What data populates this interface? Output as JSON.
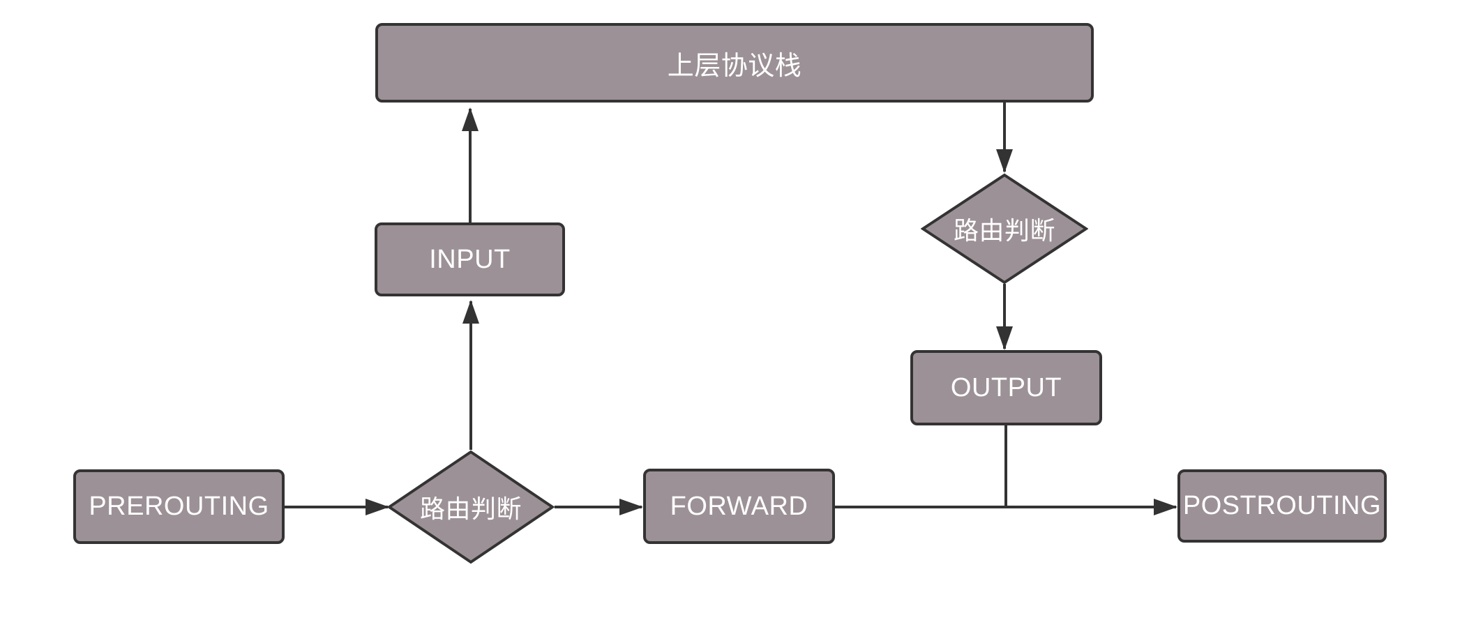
{
  "diagram": {
    "type": "flowchart",
    "nodes": {
      "protocol_stack": {
        "label": "上层协议栈",
        "shape": "rect"
      },
      "input": {
        "label": "INPUT",
        "shape": "rect"
      },
      "routing_decision_top": {
        "label": "路由判断",
        "shape": "diamond"
      },
      "output": {
        "label": "OUTPUT",
        "shape": "rect"
      },
      "prerouting": {
        "label": "PREROUTING",
        "shape": "rect"
      },
      "routing_decision_bottom": {
        "label": "路由判断",
        "shape": "diamond"
      },
      "forward": {
        "label": "FORWARD",
        "shape": "rect"
      },
      "postrouting": {
        "label": "POSTROUTING",
        "shape": "rect"
      }
    },
    "edges": [
      {
        "from": "input",
        "to": "protocol_stack",
        "arrow": "up"
      },
      {
        "from": "routing_decision_bottom",
        "to": "input",
        "arrow": "up"
      },
      {
        "from": "prerouting",
        "to": "routing_decision_bottom",
        "arrow": "right"
      },
      {
        "from": "routing_decision_bottom",
        "to": "forward",
        "arrow": "right"
      },
      {
        "from": "forward",
        "to": "postrouting",
        "arrow": "right"
      },
      {
        "from": "protocol_stack",
        "to": "routing_decision_top",
        "arrow": "down"
      },
      {
        "from": "routing_decision_top",
        "to": "output",
        "arrow": "down"
      },
      {
        "from": "output",
        "to": "forward-postrouting-line",
        "arrow": "none"
      }
    ],
    "colors": {
      "node_fill": "#9C9196",
      "node_border": "#333333",
      "connector": "#333333",
      "label_text": "#FFFFFF",
      "background": "#FFFFFF"
    }
  }
}
